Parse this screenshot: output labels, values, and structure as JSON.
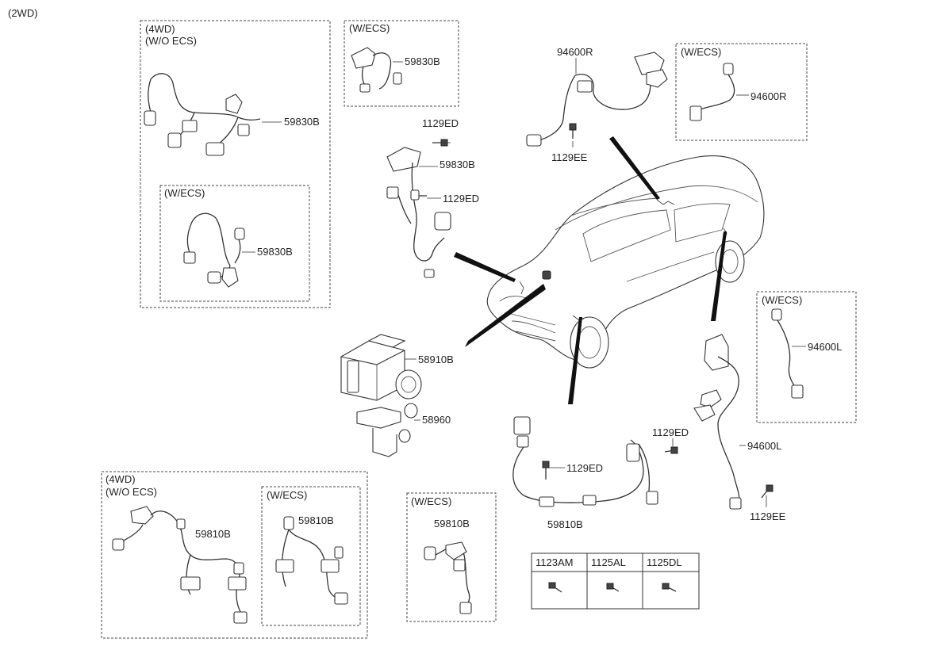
{
  "header_label": "(2WD)",
  "boxes": {
    "front_4wd": {
      "line1": "(4WD)",
      "line2": "(W/O ECS)"
    },
    "front_4wd_ecs": {
      "label": "(W/ECS)"
    },
    "front_2wd_ecs": {
      "label": "(W/ECS)"
    },
    "rear_right_ecs": {
      "label": "(W/ECS)"
    },
    "rear_left_ecs": {
      "label": "(W/ECS)"
    },
    "bottom_4wd": {
      "line1": "(4WD)",
      "line2": "(W/O ECS)"
    },
    "bottom_4wd_ecs": {
      "label": "(W/ECS)"
    },
    "bottom_2wd_ecs": {
      "label": "(W/ECS)"
    }
  },
  "part_labels": {
    "p59830b_a": "59830B",
    "p59830b_b": "59830B",
    "p59830b_c": "59830B",
    "p59830b_d": "59830B",
    "p1129ed_a": "1129ED",
    "p1129ed_b": "1129ED",
    "p1129ed_c": "1129ED",
    "p1129ed_d": "1129ED",
    "p94600r_a": "94600R",
    "p94600r_b": "94600R",
    "p1129ee_a": "1129EE",
    "p1129ee_b": "1129EE",
    "p58910b": "58910B",
    "p58960": "58960",
    "p94600l_a": "94600L",
    "p94600l_b": "94600L",
    "p59810b_a": "59810B",
    "p59810b_b": "59810B",
    "p59810b_c": "59810B",
    "p59810b_d": "59810B"
  },
  "bolt_table": {
    "columns": [
      "1123AM",
      "1125AL",
      "1125DL"
    ]
  },
  "icons": [
    "abs-module-icon",
    "vehicle-illustration",
    "wheel-speed-sensor-icon",
    "bolt-icon"
  ]
}
